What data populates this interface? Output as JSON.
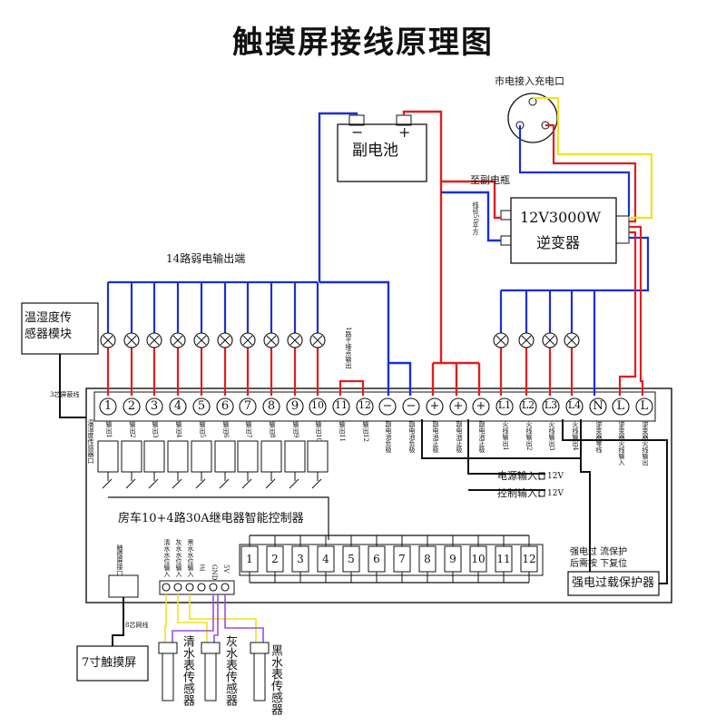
{
  "title": "触摸屏接线原理图",
  "battery": {
    "label": "副电池",
    "minus": "−",
    "plus": "+"
  },
  "grid_input": {
    "label": "市电接入充电口"
  },
  "inverter": {
    "line1": "12V3000W",
    "line2": "逆变器",
    "to_battery": "至副电瓶",
    "wire_spec": "线径50平方"
  },
  "weak_outputs": {
    "label": "14路弱电输出端",
    "dry_contact": "1路干接点输出"
  },
  "sensor_module": {
    "label_line1": "温湿度传",
    "label_line2": "感器模块",
    "cable": "3芯屏蔽线"
  },
  "terminals": [
    "1",
    "2",
    "3",
    "4",
    "5",
    "6",
    "7",
    "8",
    "9",
    "10",
    "11",
    "12",
    "−",
    "−",
    "+",
    "+",
    "+",
    "L1",
    "L2",
    "L3",
    "L4",
    "N",
    "L",
    "L"
  ],
  "terminal_sublabels": [
    "输出1",
    "输出2",
    "输出3",
    "输出4",
    "输出5",
    "输出6",
    "输出7",
    "输出8",
    "输出9",
    "输出10",
    "输出11",
    "输出12",
    "副电池负极",
    "副电池负极",
    "副电池正极",
    "副电池正极",
    "副电池正极",
    "火线输出1",
    "火线输出2",
    "火线输出3",
    "火线输出4",
    "逆变器零线",
    "逆变器火线输入",
    "逆变器火线输出"
  ],
  "controller": {
    "name": "房车10+4路30A继电器智能控制器",
    "power_in": "电源输入：",
    "control_in": "控制输入：",
    "voltage": "12V",
    "inputs": [
      "1",
      "2",
      "3",
      "4",
      "5",
      "6",
      "7",
      "8",
      "9",
      "10",
      "11",
      "12"
    ],
    "sensor_port_label": "温湿度传感器口",
    "touch_port_label": "触摸屏接口",
    "water_port_labels": [
      "清水水位输入",
      "灰水水位输入",
      "黑水水位输入",
      "正",
      "GND",
      "5V"
    ]
  },
  "protector": {
    "label": "强电过载保护器",
    "note1": "强电过  流保护",
    "note2": "后需按  下复位"
  },
  "touchscreen": {
    "label": "7寸触摸屏",
    "cable": "8芯网线"
  },
  "water_sensors": [
    "清水表传感器",
    "灰水表传感器",
    "黑水表传感器"
  ],
  "colors": {
    "blue": "#1a2fd6",
    "red": "#e01e1e",
    "yellow": "#f2e21a",
    "purple": "#9b4fd6",
    "black": "#111111"
  }
}
